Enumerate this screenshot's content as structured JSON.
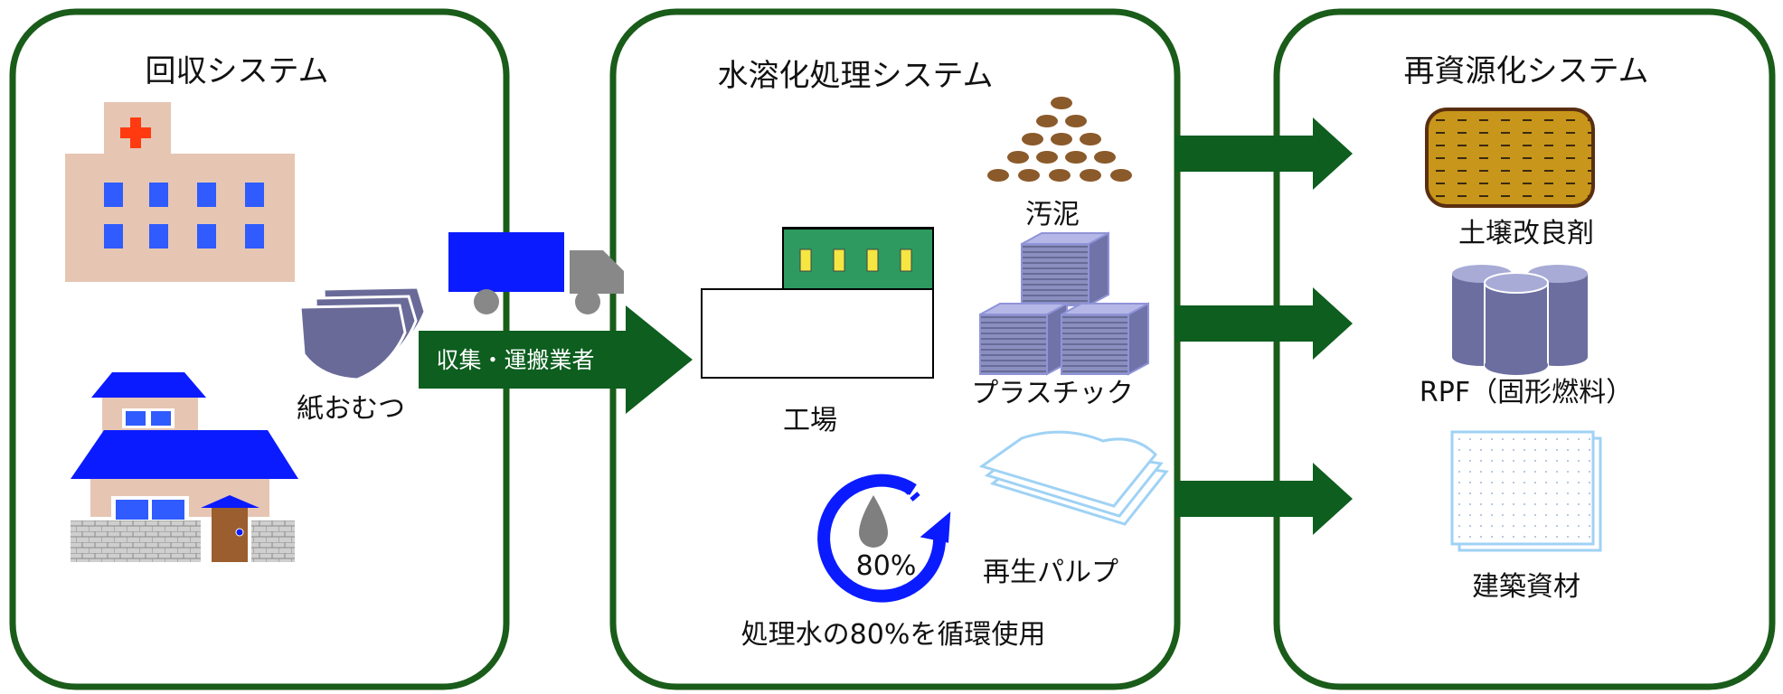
{
  "colors": {
    "panel_border": "#1a5c1a",
    "arrow": "#0d5e1f",
    "blue": "#1f3ff5",
    "truck_cab": "#808080",
    "pulp_line": "#9fd2f5",
    "sludge": "#8b5a2b"
  },
  "panels": {
    "collection": {
      "title": "回収システム"
    },
    "processing": {
      "title": "水溶化処理システム"
    },
    "recycling": {
      "title": "再資源化システム"
    }
  },
  "collection": {
    "diaper_label": "紙おむつ",
    "transport_label": "収集・運搬業者",
    "icons": [
      "hospital-icon",
      "house-icon",
      "diaper-icon",
      "truck-icon"
    ]
  },
  "processing": {
    "factory_label": "工場",
    "sludge_label": "汚泥",
    "plastic_label": "プラスチック",
    "pulp_label": "再生パルプ",
    "water_percent": "80%",
    "water_caption": "処理水の80%を循環使用"
  },
  "recycling": {
    "soil_label": "土壌改良剤",
    "rpf_label": "RPF（固形燃料）",
    "building_label": "建築資材"
  }
}
